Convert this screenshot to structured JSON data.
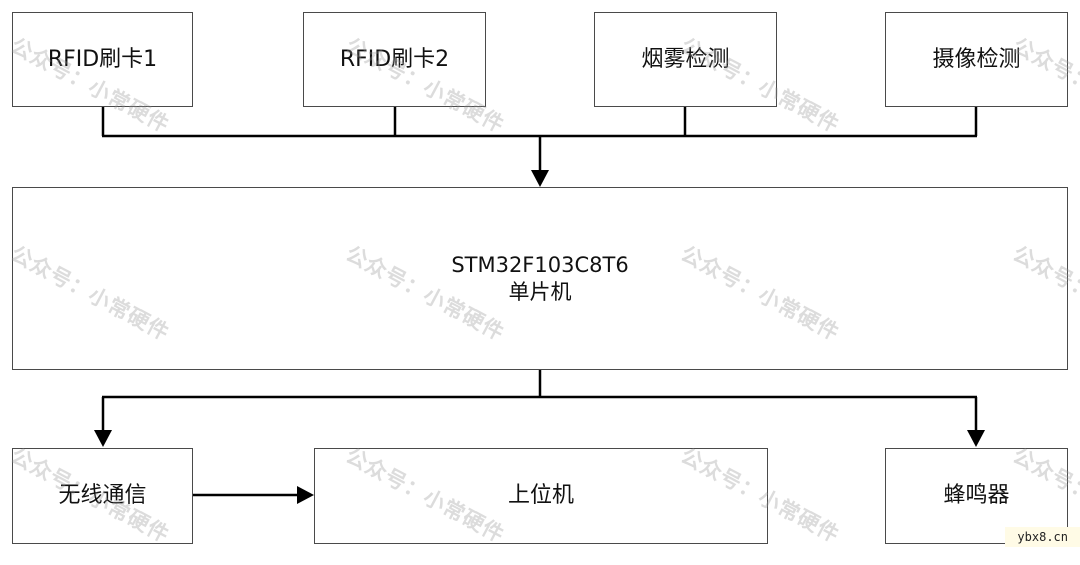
{
  "diagram": {
    "inputs": [
      {
        "label": "RFID刷卡1"
      },
      {
        "label": "RFID刷卡2"
      },
      {
        "label": "烟雾检测"
      },
      {
        "label": "摄像检测"
      }
    ],
    "mcu": {
      "model": "STM32F103C8T6",
      "label": "单片机"
    },
    "outputs": {
      "wireless": "无线通信",
      "host": "上位机",
      "buzzer": "蜂鸣器"
    }
  },
  "watermark": {
    "text": "公众号：小常硬件"
  },
  "site_mark": "ybx8.cn",
  "colors": {
    "line": "#000000",
    "border": "#4a4a4a",
    "watermark": "#969696",
    "site_mark_bg": "#fffbe6"
  }
}
